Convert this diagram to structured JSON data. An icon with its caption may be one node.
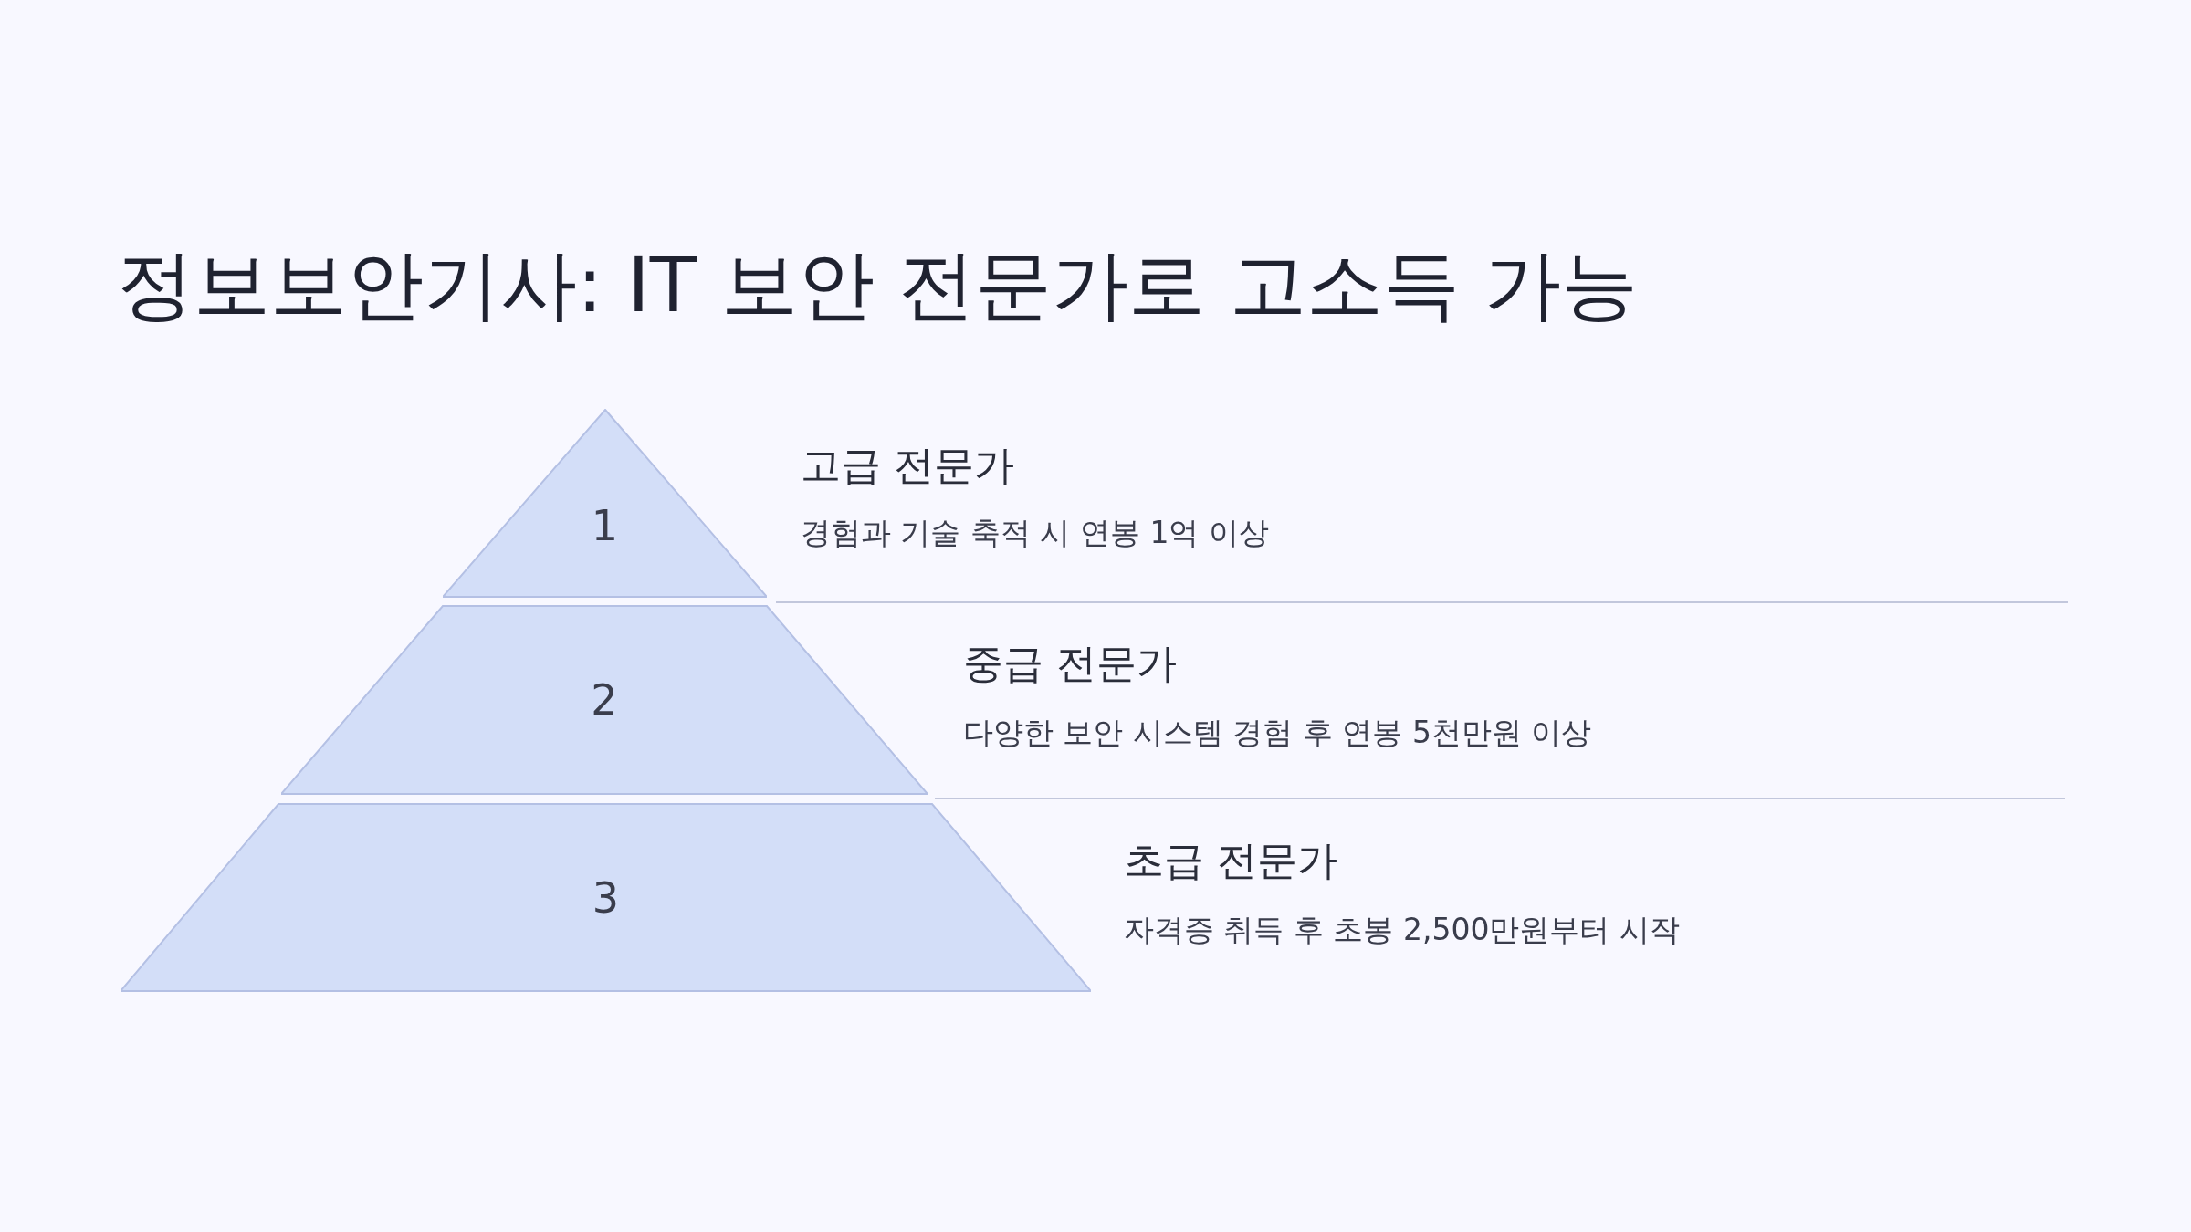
{
  "diagram": {
    "title": "정보보안기사: IT 보안 전문가로 고소득 가능",
    "nodes": [
      {
        "text": [
          "1"
        ],
        "beside": [
          "고급 전문가",
          "경험과 기술 축적 시 연봉 1억 이상"
        ]
      },
      {
        "text": [
          "2"
        ],
        "beside": [
          "중급 전문가",
          "다양한 보안 시스템 경험 후 연봉 5천만원 이상"
        ]
      },
      {
        "text": [
          "3"
        ],
        "beside": [
          "초급 전문가",
          "자격증 취득 후 초봉 2,500만원부터 시작"
        ]
      }
    ]
  }
}
